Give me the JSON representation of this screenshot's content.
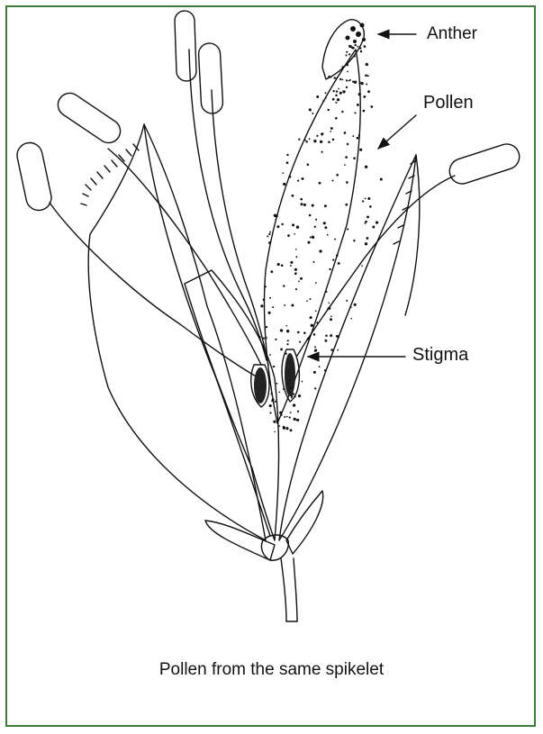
{
  "labels": {
    "anther": "Anther",
    "pollen": "Pollen",
    "stigma": "Stigma"
  },
  "caption": "Pollen from the same spikelet",
  "colors": {
    "frame": "#3c7a3c",
    "ink": "#111111",
    "background": "#ffffff"
  }
}
